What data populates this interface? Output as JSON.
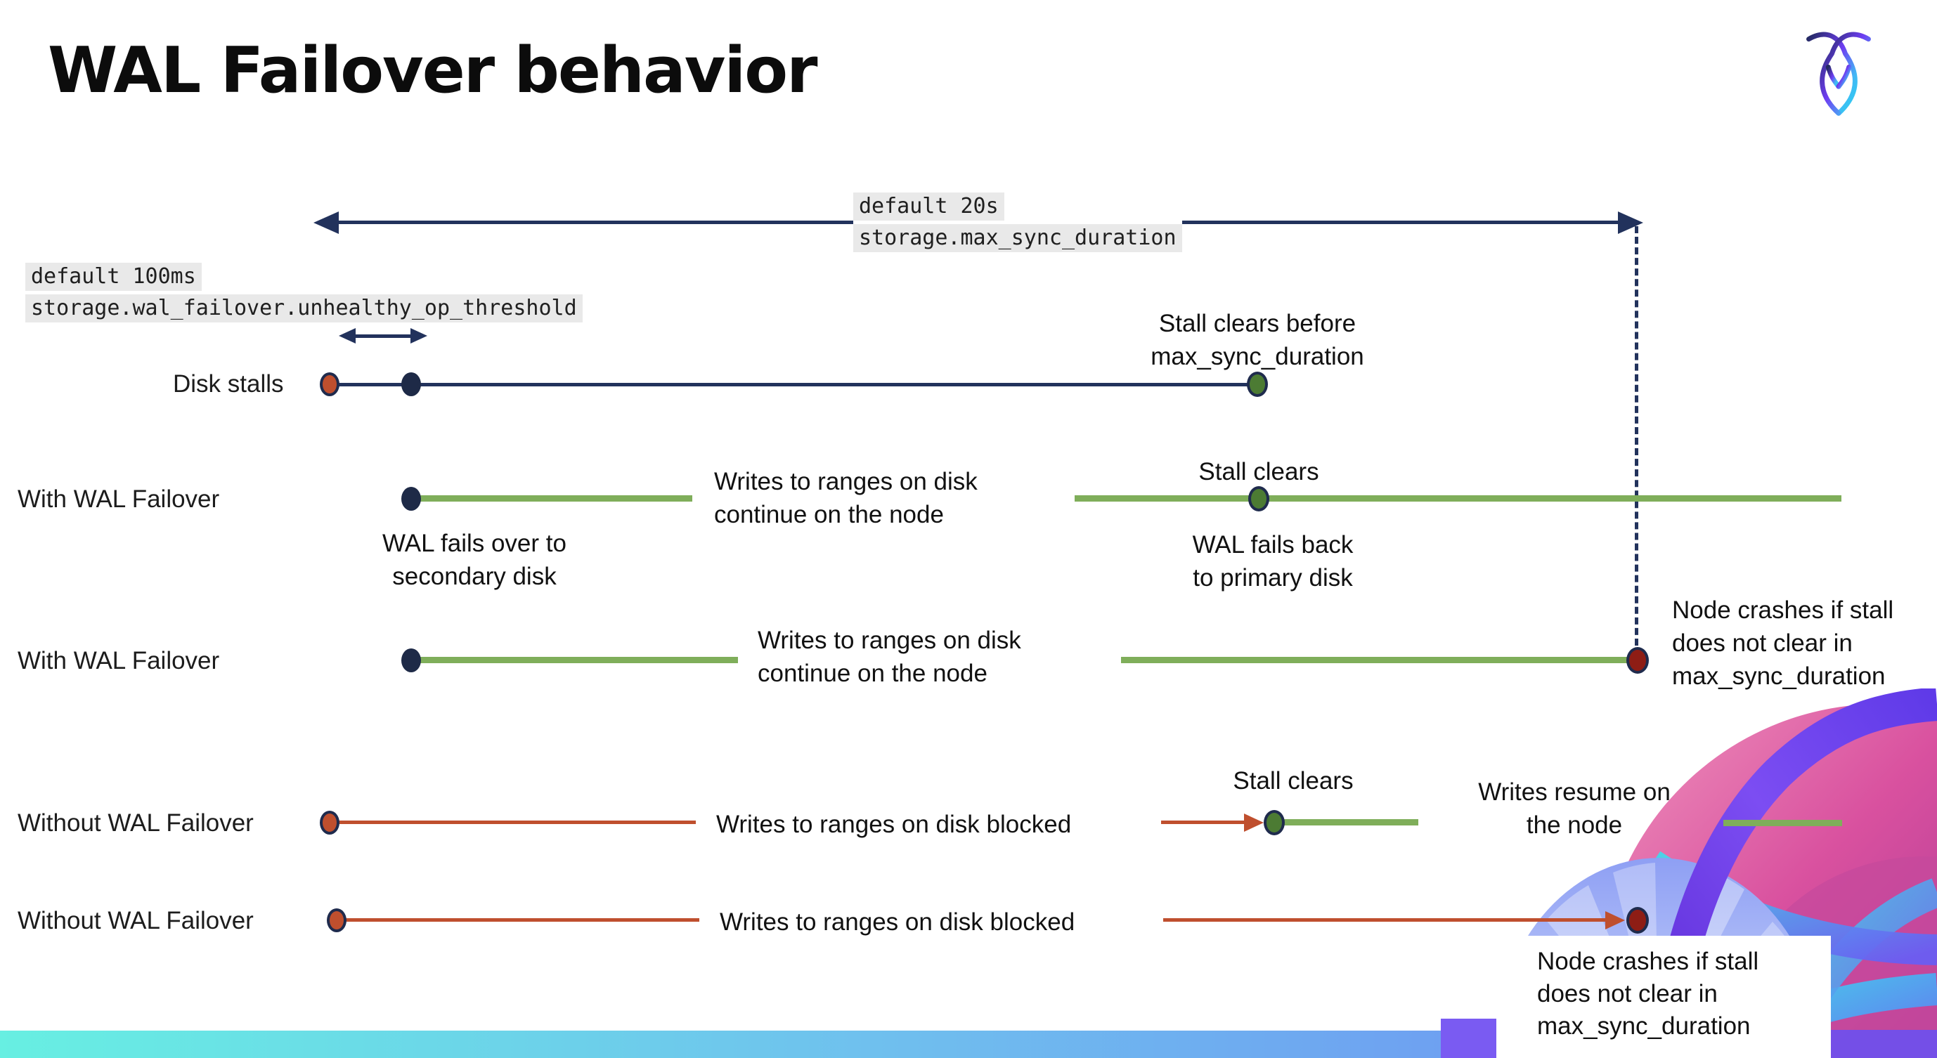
{
  "slide": {
    "title": "WAL Failover behavior"
  },
  "logo": {
    "alt": "CockroachDB logo"
  },
  "colors": {
    "navy": "#22325c",
    "green_line": "#7fae5a",
    "green_dot": "#4c7b33",
    "red": "#bf4f2e",
    "dark_red": "#8e1d15",
    "callout_background": "#e9e9e9",
    "footer_gradient_start": "#67efe2",
    "footer_gradient_end": "#6d86f4"
  },
  "callouts": {
    "max_sync_duration": {
      "default_line": "default 20s",
      "setting_line": "storage.max_sync_duration"
    },
    "unhealthy_op_threshold": {
      "default_line": "default 100ms",
      "setting_line": "storage.wal_failover.unhealthy_op_threshold"
    }
  },
  "rows": {
    "disk_stalls": {
      "label": "Disk stalls",
      "stall_clears_note": "Stall clears before\nmax_sync_duration"
    },
    "with_wal_failover_1": {
      "label": "With WAL Failover",
      "failover_note": "WAL fails over to\nsecondary disk",
      "writes_note": "Writes to ranges on disk\ncontinue on the node",
      "stall_clears_note": "Stall clears",
      "failback_note": "WAL fails  back\nto primary disk"
    },
    "with_wal_failover_2": {
      "label": "With WAL Failover",
      "writes_note": "Writes to ranges on disk\ncontinue on the node",
      "crash_note": "Node crashes if stall\ndoes not clear in\nmax_sync_duration"
    },
    "without_wal_failover_1": {
      "label": "Without WAL Failover",
      "writes_note": "Writes to ranges on disk  blocked",
      "stall_clears_note": "Stall clears",
      "resume_note": "Writes resume on\nthe node"
    },
    "without_wal_failover_2": {
      "label": "Without WAL Failover",
      "writes_note": "Writes to ranges on disk  blocked",
      "crash_note": "Node crashes if stall\ndoes not clear in\nmax_sync_duration"
    }
  }
}
